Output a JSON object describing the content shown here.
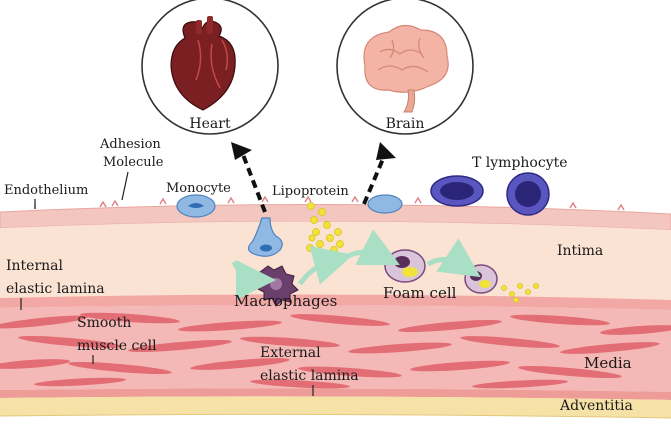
{
  "labels": {
    "heart": "Heart",
    "brain": "Brain",
    "adhesion_molecule_line1": "Adhesion",
    "adhesion_molecule_line2": "Molecule",
    "endothelium": "Endothelium",
    "monocyte": "Monocyte",
    "lipoprotein": "Lipoprotein",
    "t_lymphocyte": "T lymphocyte",
    "intima": "Intima",
    "internal_elastic_lamina_line1": "Internal",
    "internal_elastic_lamina_line2": "elastic lamina",
    "macrophages": "Macrophages",
    "foam_cell": "Foam cell",
    "smooth_muscle_cell_line1": "Smooth",
    "smooth_muscle_cell_line2": "muscle cell",
    "external_elastic_lamina_line1": "External",
    "external_elastic_lamina_line2": "elastic lamina",
    "media": "Media",
    "adventitia": "Adventitia"
  },
  "colors": {
    "endothelium": "#f3c6bf",
    "intima": "#fbe3d4",
    "media": "#f4b9b6",
    "muscle": "#e0606a",
    "adventitia": "#f6e2a6",
    "monocyte": "#8fb8e2",
    "lymphocyte": "#3e3a9a",
    "lipoprotein": "#f1e33a",
    "macrophage": "#6b3f6b",
    "arrow_green": "#a9dfc4"
  },
  "icons": {
    "heart": "heart-icon",
    "brain": "brain-icon"
  }
}
